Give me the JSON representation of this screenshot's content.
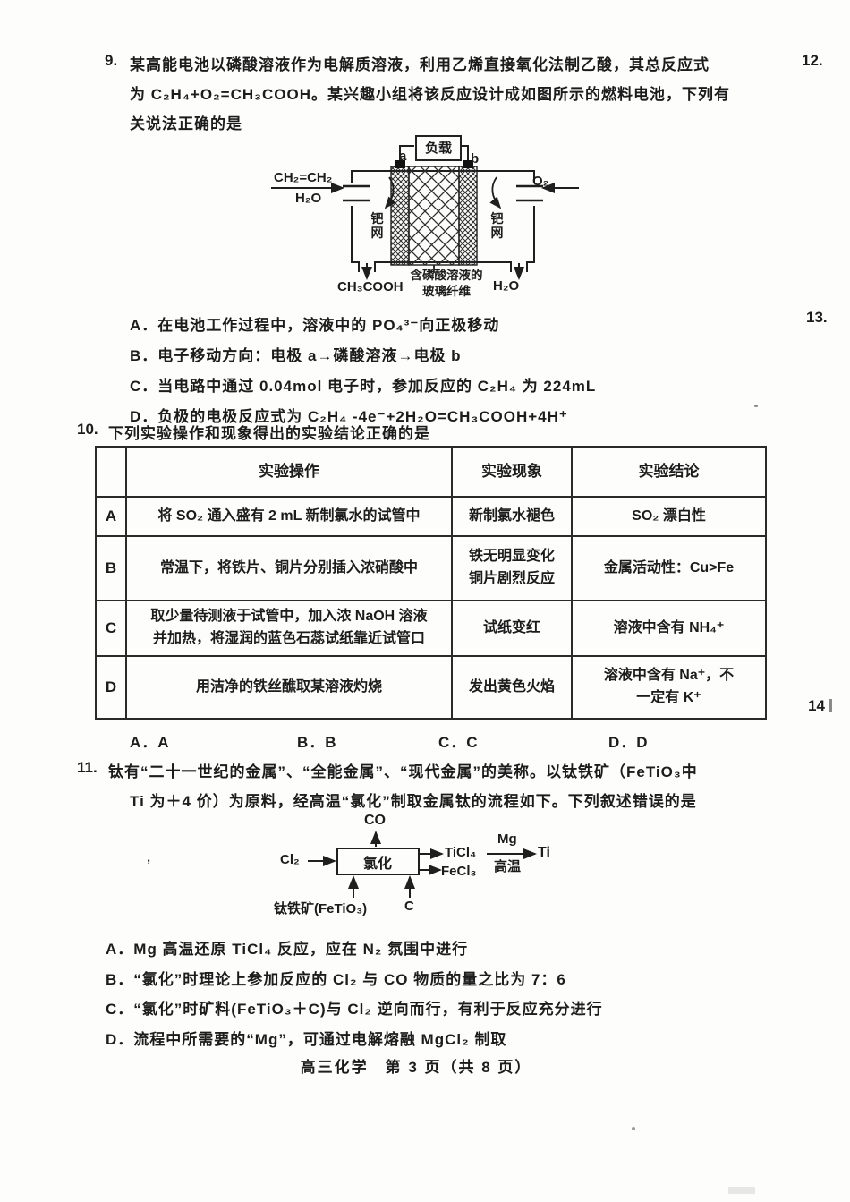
{
  "margin": {
    "n12": "12.",
    "n13": "13.",
    "n14": "14"
  },
  "q9": {
    "number": "9.",
    "stem1": "某高能电池以磷酸溶液作为电解质溶液，利用乙烯直接氧化法制乙酸，其总反应式",
    "stem2": "为 C₂H₄+O₂=CH₃COOH。某兴趣小组将该反应设计成如图所示的燃料电池，下列有",
    "stem3": "关说法正确的是",
    "diagram": {
      "load": "负载",
      "terminal_a": "a",
      "terminal_b": "b",
      "feed_gas": "CH₂=CH₂",
      "feed_water": "H₂O",
      "oxygen": "O₂",
      "mesh_left": "钯网",
      "mesh_right": "钯网",
      "product_left": "CH₃COOH",
      "membrane": "含磷酸溶液的\n玻璃纤维",
      "product_right": "H₂O"
    },
    "options": [
      "A．在电池工作过程中，溶液中的 PO₄³⁻向正极移动",
      "B．电子移动方向：电极 a→磷酸溶液→电极 b",
      "C．当电路中通过 0.04mol 电子时，参加反应的 C₂H₄ 为 224mL",
      "D．负极的电极反应式为 C₂H₄ -4e⁻+2H₂O=CH₃COOH+4H⁺"
    ]
  },
  "q10": {
    "number": "10.",
    "stem": "下列实验操作和现象得出的实验结论正确的是",
    "table": {
      "headers": [
        "",
        "实验操作",
        "实验现象",
        "实验结论"
      ],
      "rows": [
        {
          "label": "A",
          "op": "将 SO₂ 通入盛有 2 mL 新制氯水的试管中",
          "phen": "新制氯水褪色",
          "concl": "SO₂ 漂白性"
        },
        {
          "label": "B",
          "op": "常温下，将铁片、铜片分别插入浓硝酸中",
          "phen": "铁无明显变化\n铜片剧烈反应",
          "concl": "金属活动性：Cu>Fe"
        },
        {
          "label": "C",
          "op": "取少量待测液于试管中，加入浓 NaOH 溶液\n并加热，将湿润的蓝色石蕊试纸靠近试管口",
          "phen": "试纸变红",
          "concl": "溶液中含有 NH₄⁺"
        },
        {
          "label": "D",
          "op": "用洁净的铁丝醮取某溶液灼烧",
          "phen": "发出黄色火焰",
          "concl": "溶液中含有 Na⁺，不\n一定有 K⁺"
        }
      ]
    },
    "answers": [
      "A．A",
      "B．B",
      "C．C",
      "D．D"
    ]
  },
  "q11": {
    "number": "11.",
    "stem1": "钛有“二十一世纪的金属”、“全能金属”、“现代金属”的美称。以钛铁矿（FeTiO₃中",
    "stem2": "Ti 为＋4 价）为原料，经高温“氯化”制取金属钛的流程如下。下列叙述错误的是",
    "diagram": {
      "co": "CO",
      "cl2": "Cl₂",
      "box": "氯化",
      "ticl4": "TiCl₄",
      "fecl3": "FeCl₃",
      "mg": "Mg",
      "hightemp": "高温",
      "ti": "Ti",
      "ore": "钛铁矿(FeTiO₃)",
      "carbon": "C"
    },
    "options": [
      "A．Mg 高温还原 TiCl₄ 反应，应在 N₂ 氛围中进行",
      "B．“氯化”时理论上参加反应的 Cl₂ 与 CO 物质的量之比为 7：6",
      "C．“氯化”时矿料(FeTiO₃＋C)与 Cl₂ 逆向而行，有利于反应充分进行",
      "D．流程中所需要的“Mg”，可通过电解熔融 MgCl₂ 制取"
    ]
  },
  "footer": "高三化学　第 3 页（共 8 页）",
  "artifacts": {
    "tick": "ʼ"
  }
}
